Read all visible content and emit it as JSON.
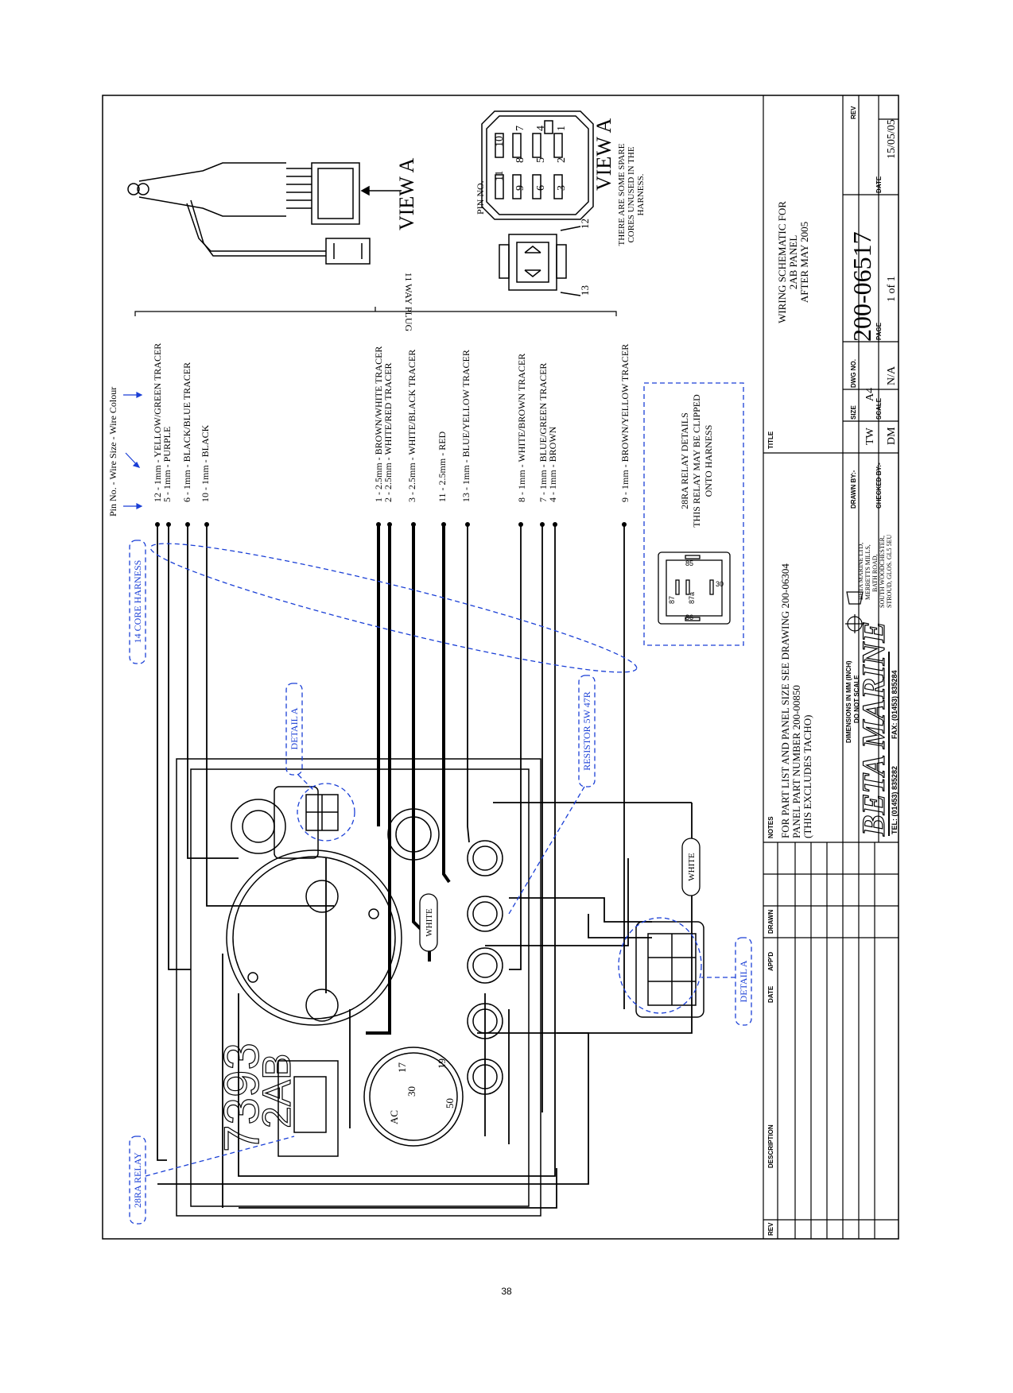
{
  "header": {
    "legend": "Pin No. - Wire Size - Wire Colour",
    "plug_label": "11 WAY PLUG",
    "view_a_top": "VIEW A",
    "view_a_right": "VIEW A",
    "pin_no": "PIN NO.",
    "spare_note": [
      "THERE ARE SOME SPARE",
      "CORES UNUSED IN THE",
      "HARNESS."
    ]
  },
  "plug_pins": [
    "10",
    "11",
    "9",
    "8",
    "7",
    "6",
    "5",
    "4",
    "3",
    "2",
    "1"
  ],
  "aux_pins": [
    "12",
    "13"
  ],
  "wires": [
    "12 - 1mm - YELLOW/GREEN TRACER",
    "5 - 1mm - PURPLE",
    "6 - 1mm - BLACK/BLUE TRACER",
    "10 - 1mm - BLACK",
    "1 - 2.5mm - BROWN/WHITE TRACER",
    "2 - 2.5mm - WHITE/RED TRACER",
    "3 - 2.5mm - WHITE/BLACK TRACER",
    "11 - 2.5mm - RED",
    "13 - 1mm - BLUE/YELLOW TRACER",
    "8 - 1mm - WHITE/BROWN TRACER",
    "7 - 1mm - BLUE/GREEN TRACER",
    "4 - 1mm - BROWN",
    "9 - 1mm - BROWN/YELLOW TRACER"
  ],
  "relay_box": {
    "lines": [
      "28RA RELAY DETAILS",
      "THIS RELAY MAY BE CLIPPED",
      "ONTO HARNESS"
    ],
    "pins": [
      "85",
      "87",
      "87a",
      "30",
      "86"
    ]
  },
  "callouts": {
    "core_harness": "14 CORE HARNESS",
    "detail_a_top": "DETAIL A",
    "resistor": "RESISTOR 5W 47R",
    "relay": "28RA RELAY",
    "detail_a_bottom": "DETAIL A",
    "white_1": "WHITE",
    "white_2": "WHITE"
  },
  "panel": {
    "part_no": "7393",
    "model": "2AB",
    "switch_terminals": [
      "17",
      "30",
      "19",
      "50",
      "AC"
    ]
  },
  "notes": {
    "heading": "NOTES",
    "lines": [
      "FOR PART LIST AND PANEL SIZE SEE DRAWING 200-06304",
      "PANEL PART NUMBER 200-00850",
      "(THIS EXCLUDES TACHO)"
    ]
  },
  "title_block": {
    "title_label": "TITLE",
    "title_lines": [
      "WIRING SCHEMATIC FOR",
      "2AB PANEL",
      "AFTER MAY 2005"
    ],
    "drawing_no": "200-06517",
    "rev_label": "REV",
    "drawn_by_label": "DRAWN BY:-",
    "drawn_by": "TW",
    "checked_by_label": "CHECKED BY:-",
    "checked_by": "DM",
    "size_label": "SIZE",
    "size": "A4",
    "dwg_no_label": "DWG NO.",
    "scale_label": "SCALE",
    "scale": "N/A",
    "page_label": "PAGE",
    "page": "1 of 1",
    "date_label": "DATE",
    "date": "15/05/05",
    "dimensions_1": "DIMENSIONS IN MM (INCH)",
    "dimensions_2": "DO NOT SCALE",
    "brand": "BETA MARINE",
    "tel": "TEL: (01453) 835282",
    "fax": "FAX: (01453) 835284",
    "address": [
      "BETA MARINE LTD,",
      "MERRETTS MILLS,",
      "BATH ROAD,",
      "SOUTH WOODCHESTER,",
      "STROUD, GLOS. GL5 5EU"
    ]
  },
  "revision_table": {
    "headers": [
      "REV",
      "DESCRIPTION",
      "DATE",
      "APP'D",
      "DRAWN"
    ]
  },
  "page_number": "38"
}
